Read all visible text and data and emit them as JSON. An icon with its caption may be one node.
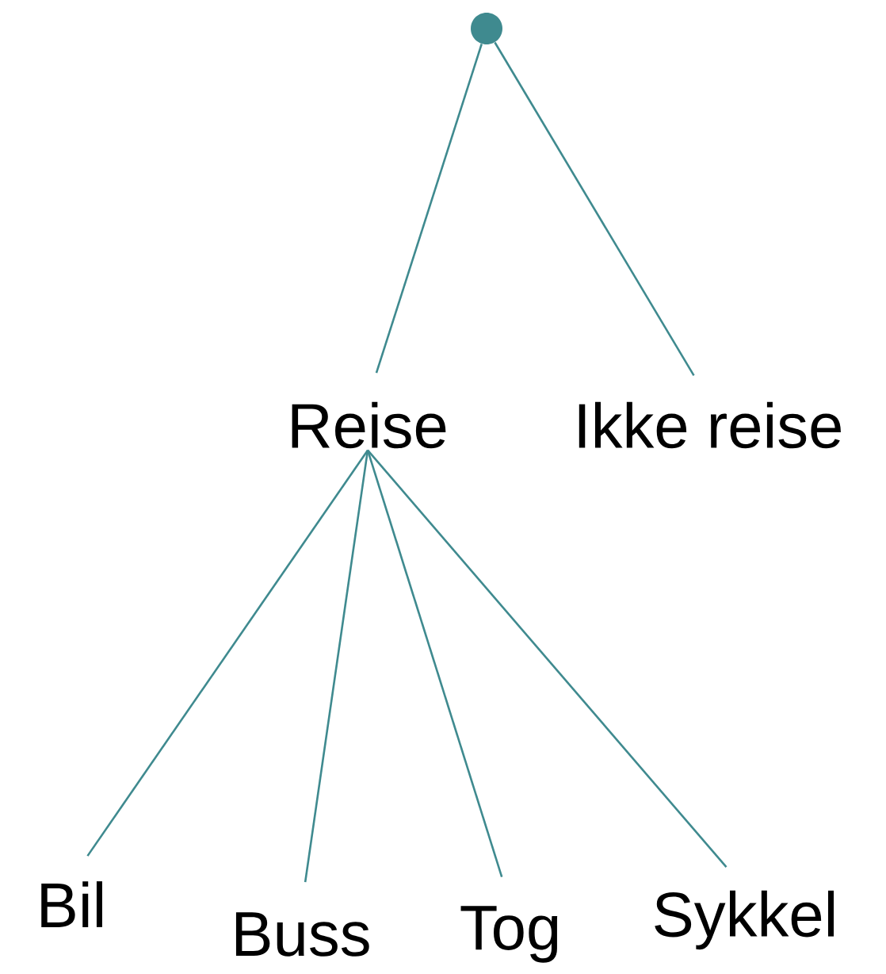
{
  "diagram": {
    "nodes": [
      {
        "text": [],
        "shape": "circle"
      },
      {
        "text": [
          "Reise"
        ]
      },
      {
        "text": [
          "Ikke reise"
        ]
      },
      {
        "text": [
          "Bil"
        ]
      },
      {
        "text": [
          "Buss"
        ]
      },
      {
        "text": [
          "Tog"
        ]
      },
      {
        "text": [
          "Sykkel"
        ]
      }
    ],
    "edges": [
      {
        "from": 0,
        "to": 1,
        "arrow": "none"
      },
      {
        "from": 0,
        "to": 2,
        "arrow": "none"
      },
      {
        "from": 1,
        "to": 3,
        "arrow": "none"
      },
      {
        "from": 1,
        "to": 4,
        "arrow": "none"
      },
      {
        "from": 1,
        "to": 5,
        "arrow": "none"
      },
      {
        "from": 1,
        "to": 6,
        "arrow": "none"
      }
    ]
  }
}
